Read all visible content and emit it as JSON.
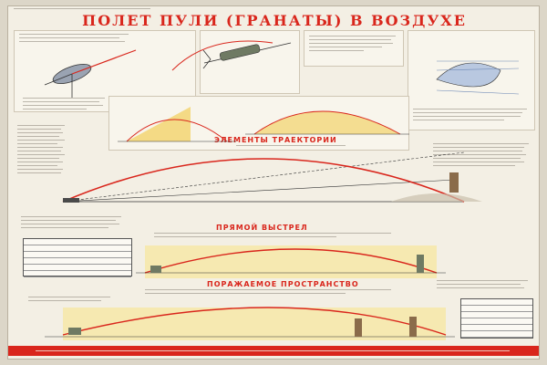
{
  "poster": {
    "title": "ПОЛЕТ ПУЛИ (ГРАНАТЫ) В ВОЗДУХЕ",
    "sections": {
      "trajectory_elements": "ЭЛЕМЕНТЫ ТРАЕКТОРИИ",
      "direct_shot": "ПРЯМОЙ ВЫСТРЕЛ",
      "affected_space": "ПОРАЖАЕМОЕ ПРОСТРАНСТВО"
    }
  },
  "colors": {
    "accent_red": "#d9261c",
    "paper": "#f3efe4",
    "trajectory_yellow": "#f2d36b",
    "drawing_gray": "#4a4a4a"
  }
}
